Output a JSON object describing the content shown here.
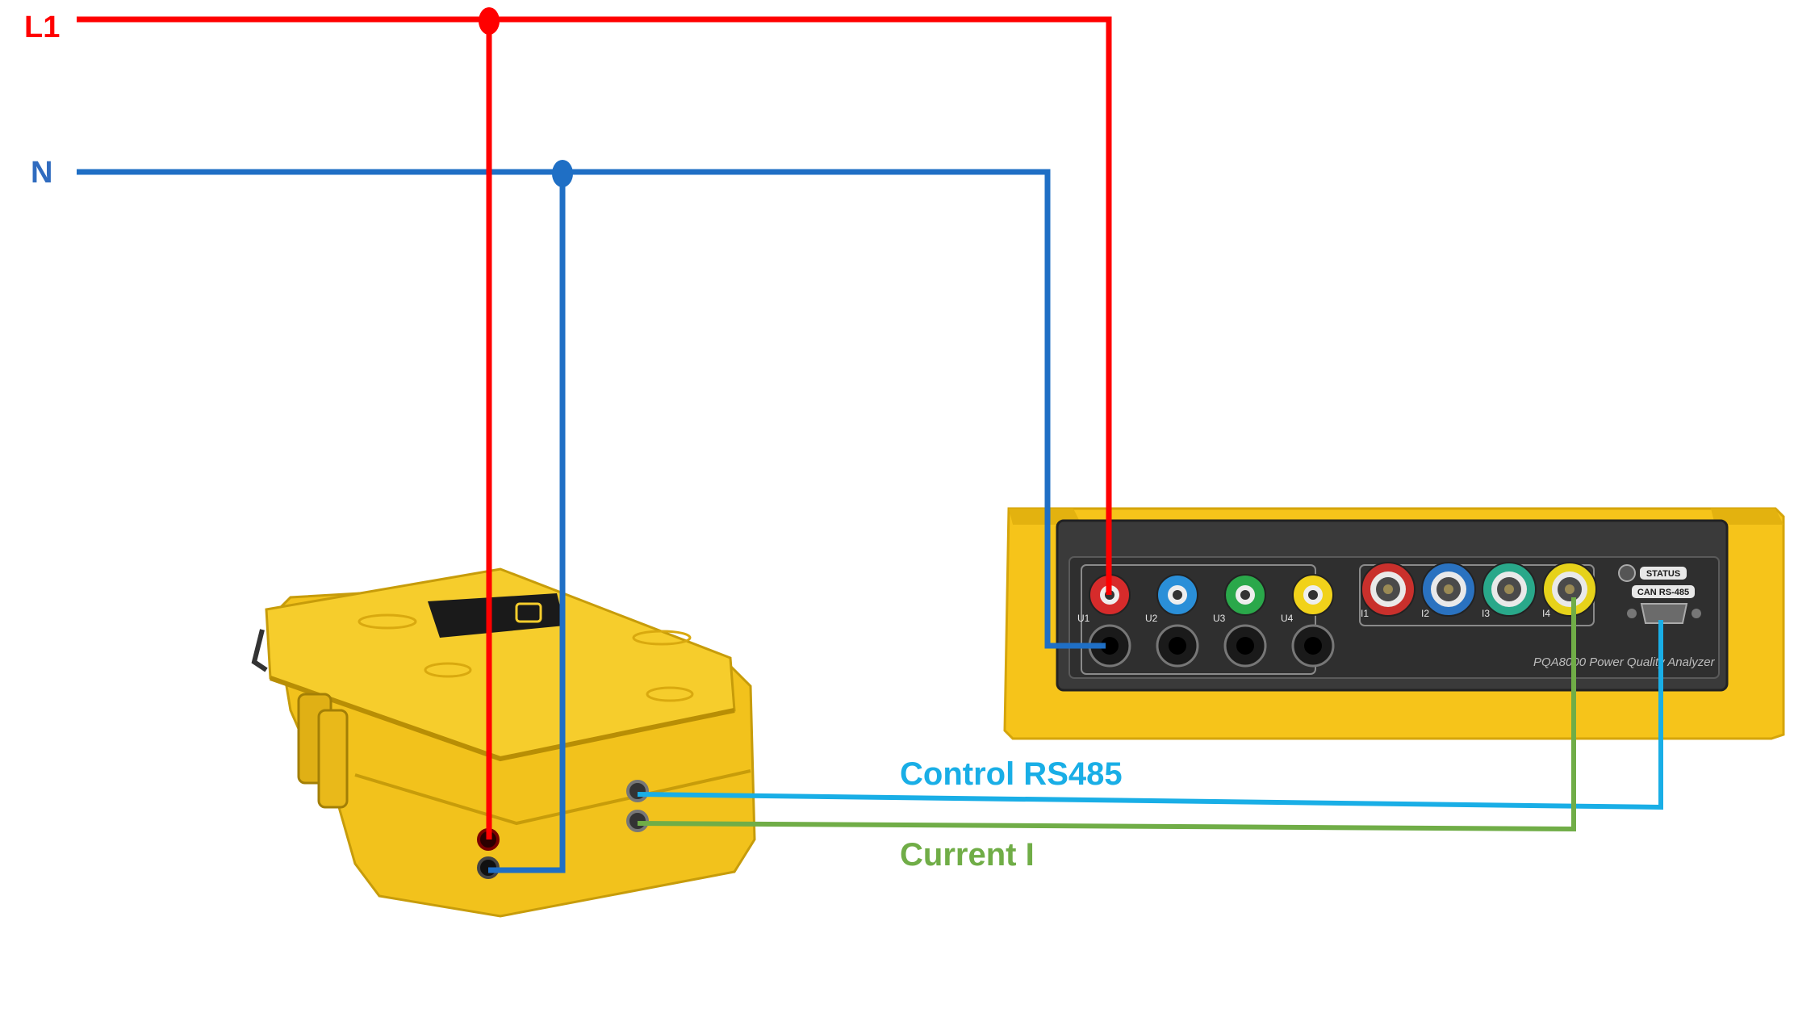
{
  "lines": {
    "l1": {
      "label": "L1",
      "color": "#ff0000"
    },
    "n": {
      "label": "N",
      "color": "#1f6fc5"
    }
  },
  "wires": {
    "control": {
      "label": "Control RS485",
      "color": "#19aee6"
    },
    "current": {
      "label": "Current I",
      "color": "#70ad47"
    }
  },
  "analyzer": {
    "model_text": "PQA8000 Power Quality Analyzer",
    "status_label": "STATUS",
    "can_label": "CAN RS-485",
    "voltage_ports": [
      {
        "label": "U1",
        "color": "#d62b2b"
      },
      {
        "label": "U2",
        "color": "#2a8fd8"
      },
      {
        "label": "U3",
        "color": "#2aa84a"
      },
      {
        "label": "U4",
        "color": "#f1d21a"
      }
    ],
    "current_ports": [
      {
        "label": "I1",
        "color": "#c9302c"
      },
      {
        "label": "I2",
        "color": "#2a72c0"
      },
      {
        "label": "I3",
        "color": "#29a88a"
      },
      {
        "label": "I4",
        "color": "#e6d21a"
      }
    ]
  },
  "source_box": {
    "color": "#f2c21c"
  }
}
